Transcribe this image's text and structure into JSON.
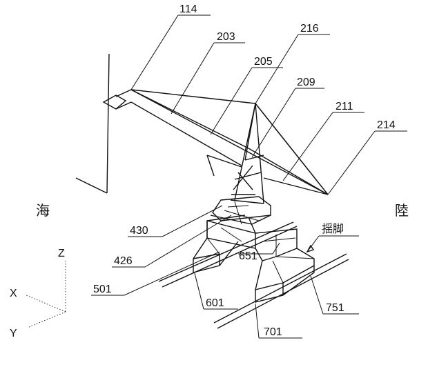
{
  "figure": {
    "labels": {
      "l114": "114",
      "l203": "203",
      "l216": "216",
      "l205": "205",
      "l209": "209",
      "l211": "211",
      "l214": "214",
      "l430": "430",
      "l426": "426",
      "l501": "501",
      "l601": "601",
      "l651": "651",
      "l701": "701",
      "l751": "751"
    },
    "sea": "海",
    "land": "陸",
    "swing_leg": "揺脚",
    "axes": {
      "x": "X",
      "y": "Y",
      "z": "Z"
    }
  }
}
